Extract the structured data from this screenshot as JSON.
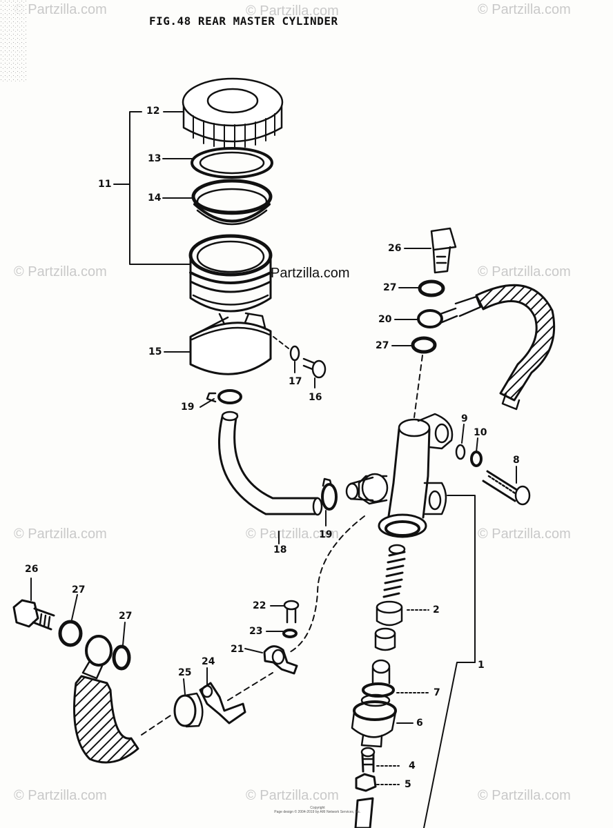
{
  "title": "FIG.48  REAR MASTER CYLINDER",
  "watermark": "© Partzilla.com",
  "center_watermark": "Partzilla.com",
  "copyright": [
    "Copyright",
    "Page design © 2004-2019 by ARI Network Services, Inc."
  ],
  "callouts": {
    "c1": "1",
    "c2": "2",
    "c4": "4",
    "c5": "5",
    "c6": "6",
    "c7": "7",
    "c8": "8",
    "c9": "9",
    "c10": "10",
    "c11": "11",
    "c12": "12",
    "c13": "13",
    "c14": "14",
    "c15": "15",
    "c16": "16",
    "c17": "17",
    "c18": "18",
    "c19a": "19",
    "c19b": "19",
    "c20": "20",
    "c21": "21",
    "c22": "22",
    "c23": "23",
    "c24": "24",
    "c25": "25",
    "c26a": "26",
    "c26b": "26",
    "c27a": "27",
    "c27b": "27",
    "c27c": "27",
    "c27d": "27"
  },
  "colors": {
    "ink": "#111111",
    "watermark": "#c9c9c9",
    "paper": "#fdfdfb"
  }
}
